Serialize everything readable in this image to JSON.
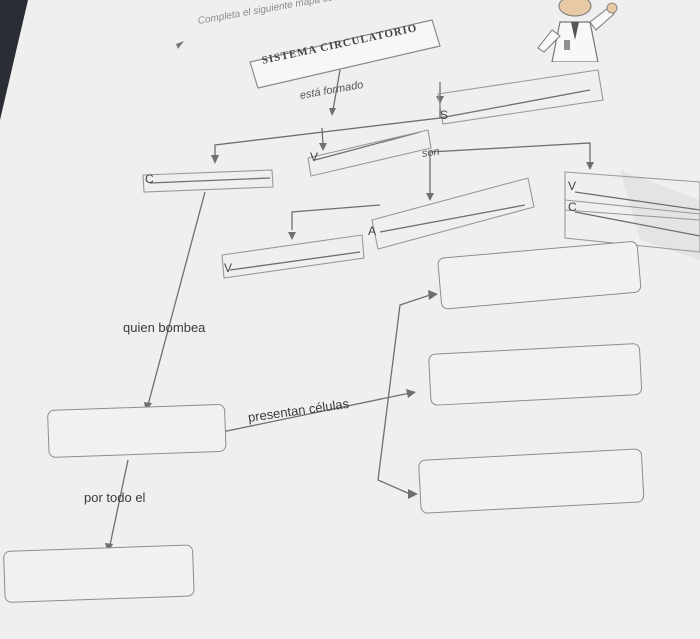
{
  "instruction": "Completa el siguiente mapa conceptual",
  "title": "SISTEMA CIRCULATORIO",
  "links": {
    "esta_formado": "está formado",
    "son": "son",
    "quien_bombea": "quien bombea",
    "presentan_celulas": "presentan células",
    "por_todo_el": "por todo el"
  },
  "blanks": {
    "c_main": "C",
    "v_main": "V",
    "s_main": "S",
    "v_sub": "V",
    "c_sub": "C",
    "a_sub": "A",
    "v_vena": "V"
  },
  "icons": {
    "bullet": "arrow-bullet-icon",
    "mascot": "doctor-mascot-icon"
  },
  "colors": {
    "paper": "#f2f2f2",
    "line": "#6f6f6f",
    "background": "#2a2d33"
  }
}
